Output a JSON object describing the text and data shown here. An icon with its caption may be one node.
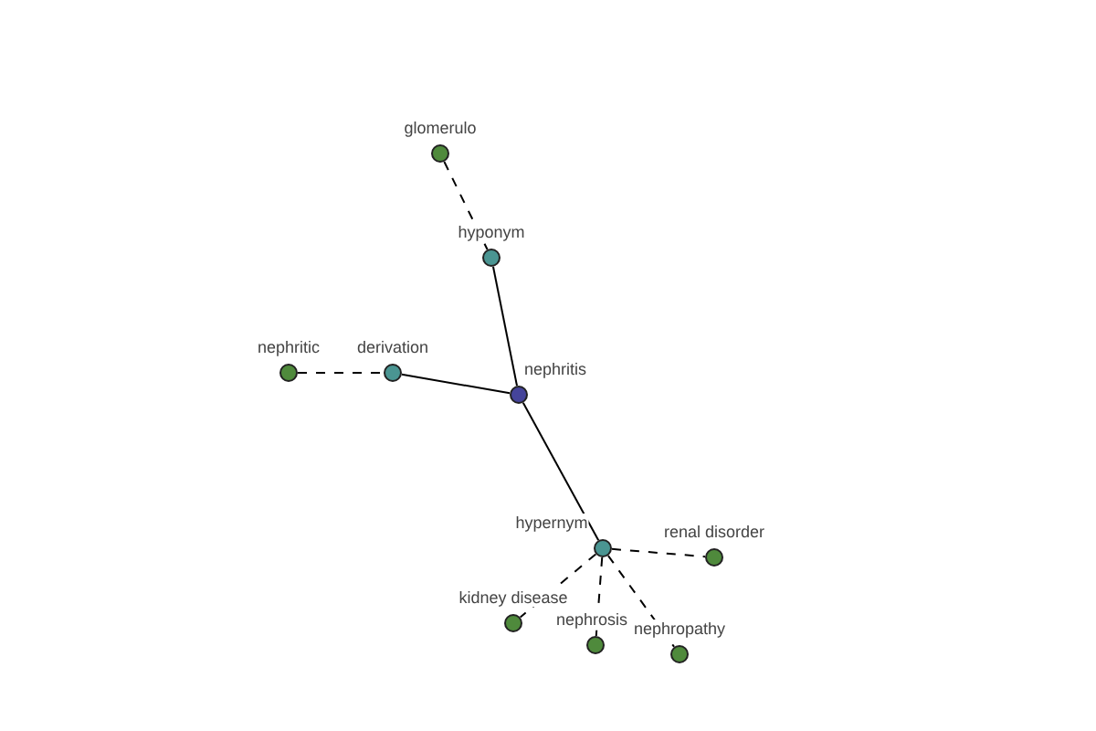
{
  "diagram": {
    "nodes": [
      {
        "text": [
          "glomerulo"
        ]
      },
      {
        "text": [
          "hyponym"
        ]
      },
      {
        "text": [
          "nephritic"
        ]
      },
      {
        "text": [
          "derivation"
        ]
      },
      {
        "text": [
          "nephritis"
        ]
      },
      {
        "text": [
          "hypernym"
        ]
      },
      {
        "text": [
          "renal disorder"
        ]
      },
      {
        "text": [
          "kidney disease"
        ]
      },
      {
        "text": [
          "nephrosis"
        ]
      },
      {
        "text": [
          "nephropathy"
        ]
      }
    ],
    "edges": [
      {
        "from": 0,
        "to": 1,
        "arrow": "none",
        "style": "dashed"
      },
      {
        "from": 1,
        "to": 4,
        "arrow": "none"
      },
      {
        "from": 2,
        "to": 3,
        "arrow": "none",
        "style": "dashed"
      },
      {
        "from": 3,
        "to": 4,
        "arrow": "none"
      },
      {
        "from": 4,
        "to": 5,
        "arrow": "none"
      },
      {
        "from": 5,
        "to": 6,
        "arrow": "none",
        "style": "dashed"
      },
      {
        "from": 5,
        "to": 7,
        "arrow": "none",
        "style": "dashed"
      },
      {
        "from": 5,
        "to": 8,
        "arrow": "none",
        "style": "dashed"
      },
      {
        "from": 5,
        "to": 9,
        "arrow": "none",
        "style": "dashed"
      }
    ]
  }
}
